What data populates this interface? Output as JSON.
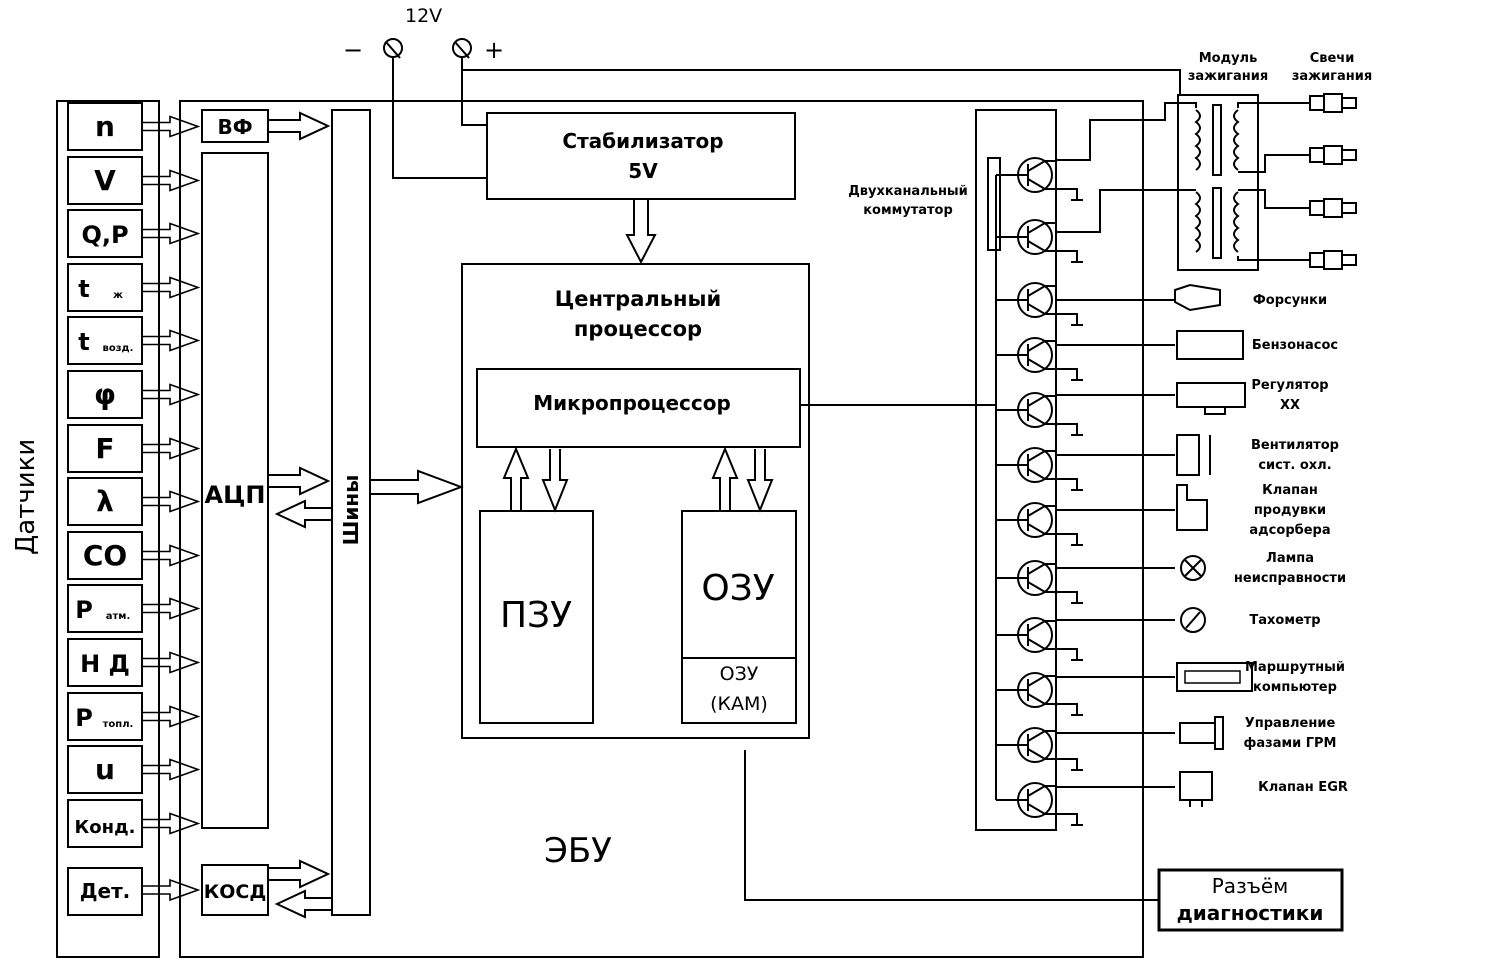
{
  "power": {
    "voltage": "12V",
    "minus": "−",
    "plus": "+"
  },
  "sensors_title": "Датчики",
  "sensors": [
    {
      "main": "n",
      "sub": ""
    },
    {
      "main": "V",
      "sub": ""
    },
    {
      "main": "Q,P",
      "sub": ""
    },
    {
      "main": "t",
      "sub": "ж"
    },
    {
      "main": "t",
      "sub": "возд."
    },
    {
      "main": "φ",
      "sub": ""
    },
    {
      "main": "F",
      "sub": ""
    },
    {
      "main": "λ",
      "sub": ""
    },
    {
      "main": "CO",
      "sub": ""
    },
    {
      "main": "P",
      "sub": "атм."
    },
    {
      "main": "Н Д",
      "sub": ""
    },
    {
      "main": "P",
      "sub": "топл."
    },
    {
      "main": "u",
      "sub": ""
    },
    {
      "main": "Конд.",
      "sub": ""
    }
  ],
  "knock_sensor": "Дет.",
  "blocks": {
    "vf": "ВФ",
    "adc": "АЦП",
    "bus": "Шины",
    "kosd": "КОСД",
    "stabilizer_line1": "Стабилизатор",
    "stabilizer_line2": "5V",
    "cpu_line1": "Центральный",
    "cpu_line2": "процессор",
    "microprocessor": "Микропроцессор",
    "rom": "ПЗУ",
    "ram": "ОЗУ",
    "kam_line1": "ОЗУ",
    "kam_line2": "(КАМ)",
    "ecu": "ЭБУ",
    "dual_switch_line1": "Двухканальный",
    "dual_switch_line2": "коммутатор",
    "diag_line1": "Разъём",
    "diag_line2": "диагностики",
    "ignition_module_line1": "Модуль",
    "ignition_module_line2": "зажигания",
    "spark_plugs_line1": "Свечи",
    "spark_plugs_line2": "зажигания"
  },
  "actuators": [
    [
      "Форсунки"
    ],
    [
      "Бензонасос"
    ],
    [
      "Регулятор",
      "ХХ"
    ],
    [
      "Вентилятор",
      "сист. охл."
    ],
    [
      "Клапан",
      "продувки",
      "адсорбера"
    ],
    [
      "Лампа",
      "неисправности"
    ],
    [
      "Тахометр"
    ],
    [
      "Маршрутный",
      "компьютер"
    ],
    [
      "Управление",
      "фазами ГРМ"
    ],
    [
      "Клапан EGR"
    ]
  ]
}
